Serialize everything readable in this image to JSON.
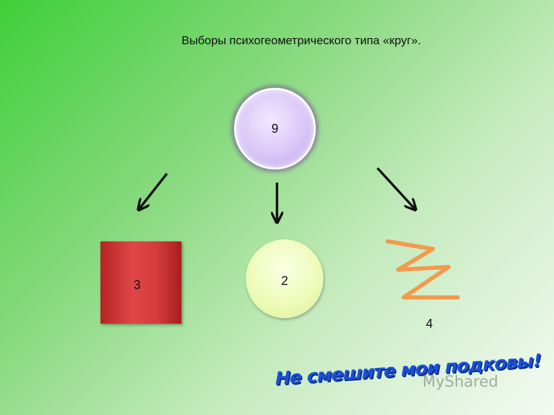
{
  "title": "Выборы  психогеометрического типа «круг».",
  "nodes": {
    "top_circle": {
      "label": "9"
    },
    "square": {
      "label": "3"
    },
    "middle_circle": {
      "label": "2"
    },
    "zigzag": {
      "label": "4"
    }
  },
  "banner": {
    "text": "Не смешите мои подковы!"
  },
  "watermark": {
    "text": "MyShared"
  },
  "colors": {
    "top_circle": "#d9c6f7",
    "square": "#d43b3b",
    "middle_circle": "#eefbb9",
    "zigzag": "#f29a4e",
    "banner": "#1b4fd6"
  }
}
